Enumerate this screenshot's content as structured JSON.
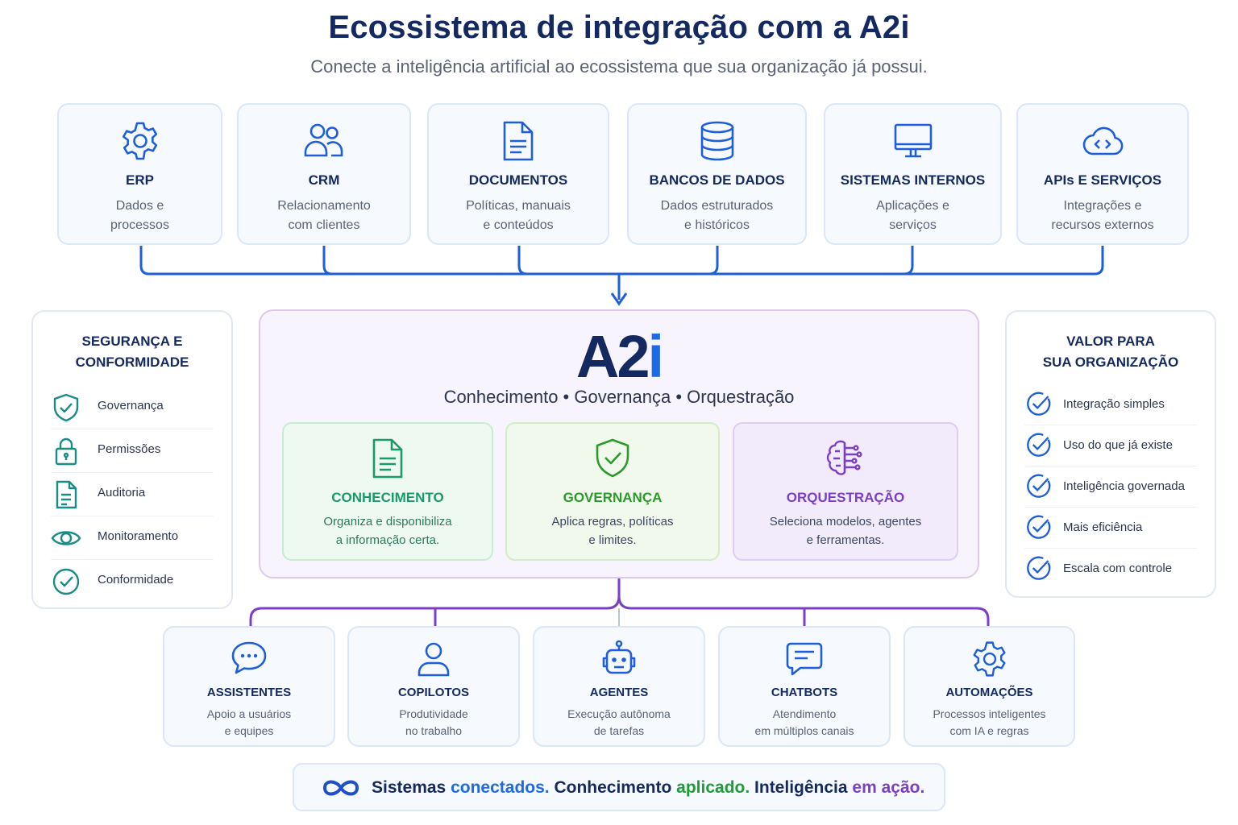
{
  "header": {
    "title": "Ecossistema de integração com a A2i",
    "subtitle": "Conecte a inteligência artificial ao ecossistema que sua organização já possui."
  },
  "sources": [
    {
      "icon": "gear-icon",
      "title": "ERP",
      "desc1": "Dados e",
      "desc2": "processos"
    },
    {
      "icon": "users-icon",
      "title": "CRM",
      "desc1": "Relacionamento",
      "desc2": "com clientes"
    },
    {
      "icon": "document-icon",
      "title": "DOCUMENTOS",
      "desc1": "Políticas, manuais",
      "desc2": "e conteúdos"
    },
    {
      "icon": "database-icon",
      "title": "BANCOS DE DADOS",
      "desc1": "Dados estruturados",
      "desc2": "e históricos"
    },
    {
      "icon": "monitor-icon",
      "title": "SISTEMAS INTERNOS",
      "desc1": "Aplicações e",
      "desc2": "serviços"
    },
    {
      "icon": "cloud-code-icon",
      "title": "APIs E SERVIÇOS",
      "desc1": "Integrações e",
      "desc2": "recursos externos"
    }
  ],
  "security": {
    "title1": "SEGURANÇA E",
    "title2": "CONFORMIDADE",
    "items": [
      {
        "icon": "shield-check-icon",
        "label": "Governança"
      },
      {
        "icon": "lock-icon",
        "label": "Permissões"
      },
      {
        "icon": "audit-document-icon",
        "label": "Auditoria"
      },
      {
        "icon": "eye-icon",
        "label": "Monitoramento"
      },
      {
        "icon": "check-circle-icon",
        "label": "Conformidade"
      }
    ]
  },
  "core": {
    "logo_main": "A2",
    "logo_i": "i",
    "tagline": "Conhecimento • Governança • Orquestração",
    "pillars": [
      {
        "icon": "document-icon",
        "title": "CONHECIMENTO",
        "desc1": "Organiza e disponibiliza",
        "desc2": "a informação certa.",
        "color": "#1a9a6c"
      },
      {
        "icon": "shield-check-icon",
        "title": "GOVERNANÇA",
        "desc1": "Aplica regras, políticas",
        "desc2": "e limites.",
        "color": "#2a9a2a"
      },
      {
        "icon": "brain-circuit-icon",
        "title": "ORQUESTRAÇÃO",
        "desc1": "Seleciona modelos, agentes",
        "desc2": "e ferramentas.",
        "color": "#7b3fc4"
      }
    ]
  },
  "value": {
    "title1": "VALOR PARA",
    "title2": "SUA ORGANIZAÇÃO",
    "items": [
      {
        "icon": "check-circle-icon",
        "label": "Integração simples"
      },
      {
        "icon": "check-circle-icon",
        "label": "Uso do que já existe"
      },
      {
        "icon": "check-circle-icon",
        "label": "Inteligência governada"
      },
      {
        "icon": "check-circle-icon",
        "label": "Mais eficiência"
      },
      {
        "icon": "check-circle-icon",
        "label": "Escala com controle"
      }
    ]
  },
  "outputs": [
    {
      "icon": "chat-bubble-icon",
      "title": "ASSISTENTES",
      "desc1": "Apoio a usuários",
      "desc2": "e equipes"
    },
    {
      "icon": "user-icon",
      "title": "COPILOTOS",
      "desc1": "Produtividade",
      "desc2": "no trabalho"
    },
    {
      "icon": "robot-icon",
      "title": "AGENTES",
      "desc1": "Execução autônoma",
      "desc2": "de tarefas"
    },
    {
      "icon": "message-icon",
      "title": "CHATBOTS",
      "desc1": "Atendimento",
      "desc2": "em múltiplos canais"
    },
    {
      "icon": "gear-icon",
      "title": "AUTOMAÇÕES",
      "desc1": "Processos inteligentes",
      "desc2": "com IA e regras"
    }
  ],
  "footer": {
    "icon": "infinity-icon",
    "w1": "Sistemas",
    "w2": "conectados.",
    "w3": "Conhecimento",
    "w4": "aplicado.",
    "w5": "Inteligência",
    "w6": "em ação."
  },
  "colors": {
    "navy": "#13295f",
    "blue": "#1e6ae6",
    "teal": "#1a8c86",
    "green": "#2a9a2a",
    "purple": "#7b3fc4"
  }
}
